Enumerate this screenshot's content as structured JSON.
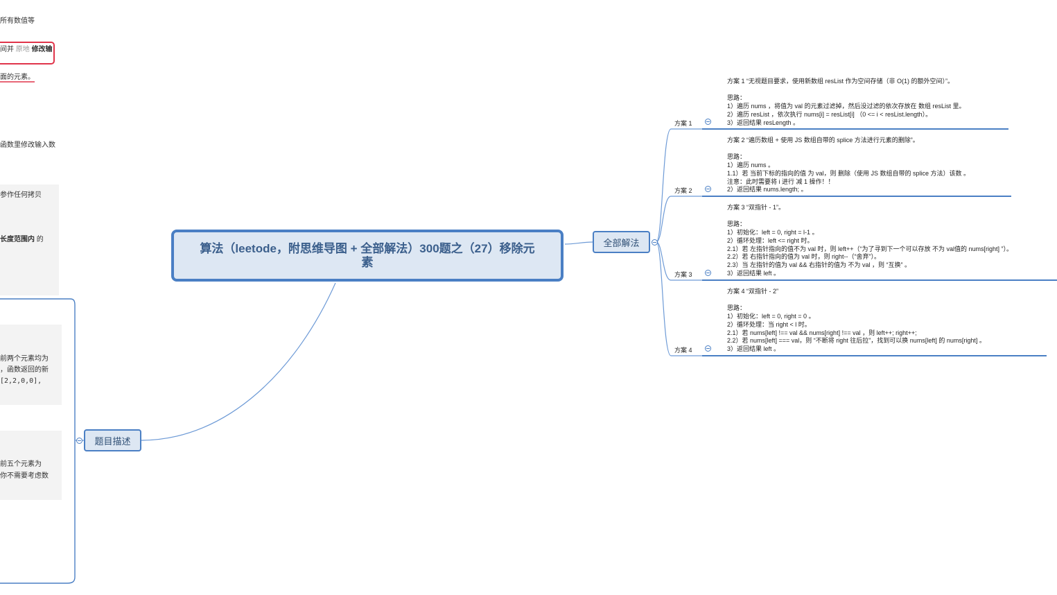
{
  "root": {
    "title": "算法（leetode，附思维导图 + 全部解法）300题之（27）移除元素"
  },
  "branches": {
    "solutions": {
      "label": "全部解法"
    },
    "description": {
      "label": "题目描述"
    }
  },
  "solutions": [
    {
      "label": "方案 1",
      "lines": [
        "方案 1 “无视题目要求，使用新数组 resList 作为空间存储（非 O(1) 的额外空间）”。",
        "",
        "思路：",
        "1）遍历 nums ，将值为 val 的元素过滤掉，然后没过滤的依次存放在 数组 resList 里。",
        "2）遍历 resList ，依次执行 nums[i] = resList[i] （0 <= i < resList.length）。",
        "3）返回结果 resLength 。"
      ]
    },
    {
      "label": "方案 2",
      "lines": [
        "方案 2 “遍历数组 + 使用 JS 数组自带的 splice 方法进行元素的删除”。",
        "",
        "思路：",
        "1）遍历 nums 。",
        "1.1）若 当前下标的指向的值 为 val，则 删除（使用 JS 数组自带的 splice 方法）该数 。",
        "注意：此时需要将 i 进行 减 1 操作！！",
        "2）返回结果 nums.length; 。"
      ]
    },
    {
      "label": "方案 3",
      "lines": [
        "方案 3 “双指针 - 1”。",
        "",
        "思路：",
        "1）初始化：left = 0, right = l-1 。",
        "2）循环处理：left <= right 时。",
        "2.1）若 左指针指向的值不为 val 时，则 left++（“为了寻到下一个可以存放 不为 val值的 nums[right] ”）。",
        "2.2）若 右指针指向的值为 val 时，则 right--（“舍弃”）。",
        "2.3）当 左指针的值为 val && 右指针的值为 不为 val ，则 “互换” 。",
        "3）返回结果 left 。"
      ]
    },
    {
      "label": "方案 4",
      "lines": [
        "方案 4 “双指针 - 2”",
        "",
        "思路：",
        "1）初始化：left = 0, right = 0 。",
        "2）循环处理：当 right < l 时。",
        "2.1）若 nums[left] !== val && nums[right] !== val ，则 left++; right++;",
        "2.2）若 nums[left] === val，则 “不断将 right 往后拉”，找到可以换 nums[left] 的 nums[right] 。",
        "3）返回结果 left 。"
      ]
    }
  ],
  "left_fragments": {
    "f1": "所有数值等",
    "f2a": "间并",
    "f2b": "原地",
    "f2c": "修改输",
    "f3": "面的元素。",
    "f4": "函数里修改输入数",
    "f5": "参作任何拷贝",
    "f6a": "长度范围内",
    "f6b": "的",
    "f7": "前两个元素均为",
    "f8": "，函数返回的新",
    "f9": "[2,2,0,0],",
    "f10": "前五个元素为",
    "f11": "你不需要考虑数"
  },
  "colors": {
    "accent": "#4a7fc4",
    "node_fill": "#dde7f3",
    "highlight": "#e0344a"
  }
}
